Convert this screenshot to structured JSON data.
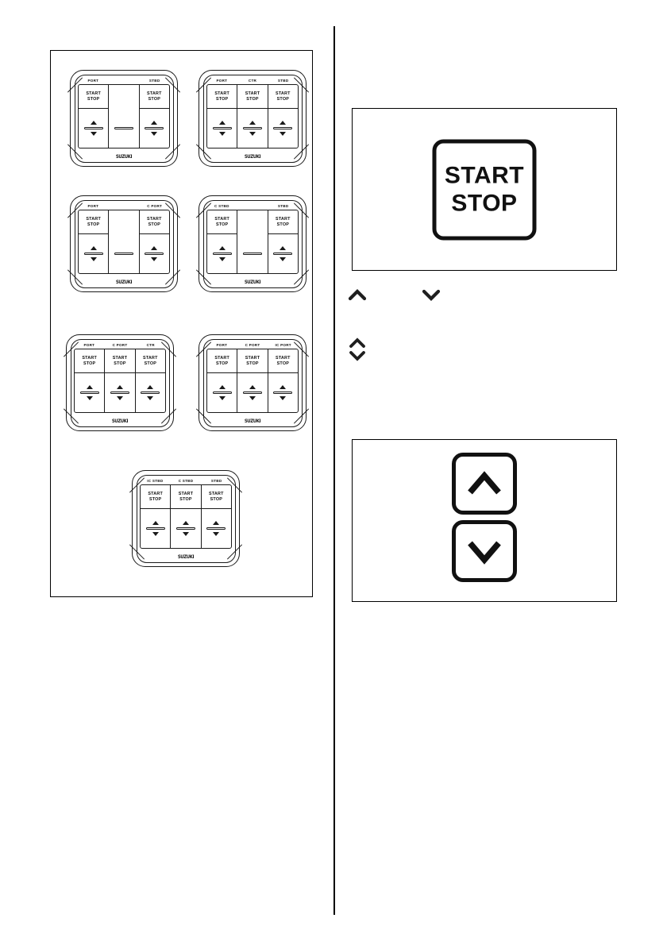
{
  "layout": {
    "columns": 2,
    "divider": "vertical-rule"
  },
  "figure": {
    "name": "switch-panel-configurations",
    "panels": [
      {
        "id": "panel-port-stbd",
        "columns": 3,
        "keys": [
          {
            "label": "PORT",
            "button": "START\nSTOP",
            "start_label_1": "START",
            "start_label_2": "STOP",
            "has_button": true,
            "has_trim": true
          },
          {
            "label": "",
            "start_label_1": "",
            "start_label_2": "",
            "has_button": false,
            "has_trim": false
          },
          {
            "label": "STBD",
            "start_label_1": "START",
            "start_label_2": "STOP",
            "has_button": true,
            "has_trim": true
          }
        ],
        "brand": "SUZUKI"
      },
      {
        "id": "panel-port-ctr-stbd",
        "columns": 3,
        "keys": [
          {
            "label": "PORT",
            "start_label_1": "START",
            "start_label_2": "STOP",
            "has_button": true,
            "has_trim": true
          },
          {
            "label": "CTR",
            "start_label_1": "START",
            "start_label_2": "STOP",
            "has_button": true,
            "has_trim": true
          },
          {
            "label": "STBD",
            "start_label_1": "START",
            "start_label_2": "STOP",
            "has_button": true,
            "has_trim": true
          }
        ],
        "brand": "SUZUKI"
      },
      {
        "id": "panel-port-cport",
        "columns": 3,
        "keys": [
          {
            "label": "PORT",
            "start_label_1": "START",
            "start_label_2": "STOP",
            "has_button": true,
            "has_trim": true
          },
          {
            "label": "",
            "start_label_1": "",
            "start_label_2": "",
            "has_button": false,
            "has_trim": false
          },
          {
            "label": "C PORT",
            "start_label_1": "START",
            "start_label_2": "STOP",
            "has_button": true,
            "has_trim": true
          }
        ],
        "brand": "SUZUKI"
      },
      {
        "id": "panel-cstbd-stbd",
        "columns": 3,
        "keys": [
          {
            "label": "C STBD",
            "start_label_1": "START",
            "start_label_2": "STOP",
            "has_button": true,
            "has_trim": true
          },
          {
            "label": "",
            "start_label_1": "",
            "start_label_2": "",
            "has_button": false,
            "has_trim": false
          },
          {
            "label": "STBD",
            "start_label_1": "START",
            "start_label_2": "STOP",
            "has_button": true,
            "has_trim": true
          }
        ],
        "brand": "SUZUKI"
      },
      {
        "id": "panel-port-cport-ctr",
        "columns": 3,
        "keys": [
          {
            "label": "PORT",
            "start_label_1": "START",
            "start_label_2": "STOP",
            "has_button": true,
            "has_trim": true
          },
          {
            "label": "C PORT",
            "start_label_1": "START",
            "start_label_2": "STOP",
            "has_button": true,
            "has_trim": true
          },
          {
            "label": "CTR",
            "start_label_1": "START",
            "start_label_2": "STOP",
            "has_button": true,
            "has_trim": true
          }
        ],
        "brand": "SUZUKI"
      },
      {
        "id": "panel-port-cport-icport",
        "columns": 3,
        "keys": [
          {
            "label": "PORT",
            "start_label_1": "START",
            "start_label_2": "STOP",
            "has_button": true,
            "has_trim": true
          },
          {
            "label": "C PORT",
            "start_label_1": "START",
            "start_label_2": "STOP",
            "has_button": true,
            "has_trim": true
          },
          {
            "label": "IC PORT",
            "start_label_1": "START",
            "start_label_2": "STOP",
            "has_button": true,
            "has_trim": true
          }
        ],
        "brand": "SUZUKI"
      },
      {
        "id": "panel-icstbd-cstbd-stbd",
        "columns": 3,
        "keys": [
          {
            "label": "IC STBD",
            "start_label_1": "START",
            "start_label_2": "STOP",
            "has_button": true,
            "has_trim": true
          },
          {
            "label": "C STBD",
            "start_label_1": "START",
            "start_label_2": "STOP",
            "has_button": true,
            "has_trim": true
          },
          {
            "label": "STBD",
            "start_label_1": "START",
            "start_label_2": "STOP",
            "has_button": true,
            "has_trim": true
          }
        ],
        "brand": "SUZUKI"
      }
    ]
  },
  "callouts": {
    "start_stop": {
      "line1": "START",
      "line2": "STOP",
      "icon": "start-stop-button"
    },
    "trim": {
      "up_icon": "chevron-up-icon",
      "down_icon": "chevron-down-icon"
    }
  },
  "glyphs": {
    "inline_up": "chevron-up-icon",
    "inline_down": "chevron-down-icon",
    "stack_up": "chevron-up-icon",
    "stack_down": "chevron-down-icon"
  },
  "colors": {
    "ink": "#000000",
    "line": "#1a1a1a",
    "paper": "#ffffff"
  }
}
